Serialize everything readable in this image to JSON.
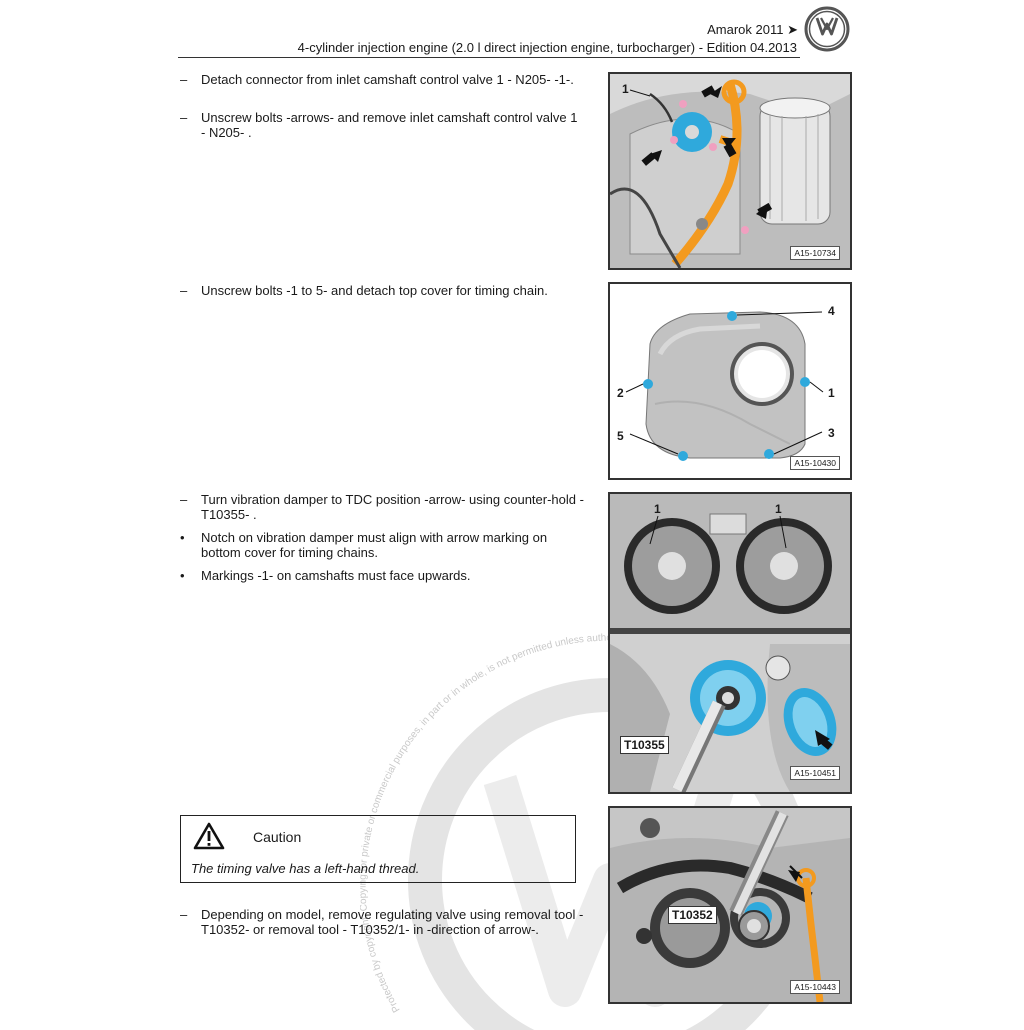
{
  "header": {
    "model": "Amarok 2011 ➤",
    "subtitle": "4-cylinder injection engine (2.0 l direct injection engine, turbocharger) - Edition 04.2013"
  },
  "watermark": {
    "text": "Protected by copyright. Copying for private or commercial purposes, in part or in whole, is not permitted unless authorised by Volkswagen AG. Volkswagen AG does not guarantee"
  },
  "steps": [
    {
      "marker": "–",
      "text": "Detach connector from inlet camshaft control valve 1 - N205- -1-."
    },
    {
      "marker": "–",
      "text": "Unscrew bolts -arrows- and remove inlet camshaft control valve 1 - N205- ."
    },
    {
      "marker": "–",
      "text": "Unscrew bolts -1 to 5- and detach top cover for timing chain."
    },
    {
      "marker": "–",
      "text": "Turn vibration damper to TDC position -arrow- using counter-hold - T10355- ."
    },
    {
      "marker": "•",
      "text": "Notch on vibration damper must align with arrow marking on bottom cover for timing chains."
    },
    {
      "marker": "•",
      "text": "Markings -1- on camshafts must face upwards."
    },
    {
      "marker": "–",
      "text": "Depending on model, remove regulating valve using removal tool - T10352- or removal tool - T10352/1- in -direction of arrow-."
    }
  ],
  "caution": {
    "title": "Caution",
    "text": "The timing valve has a left-hand thread."
  },
  "figures": [
    {
      "id": "A15-10734",
      "callouts": [
        "1"
      ]
    },
    {
      "id": "A15-10430",
      "callouts": [
        "4",
        "2",
        "1",
        "5",
        "3"
      ]
    },
    {
      "id": "A15-10451",
      "callouts": [
        "1",
        "1"
      ],
      "tool": "T10355"
    },
    {
      "id": "A15-10443",
      "tool": "T10352"
    }
  ],
  "colors": {
    "accent": "#2fa9dc",
    "highlight_orange": "#f39a1f",
    "part_gray": "#c9c9c9"
  }
}
